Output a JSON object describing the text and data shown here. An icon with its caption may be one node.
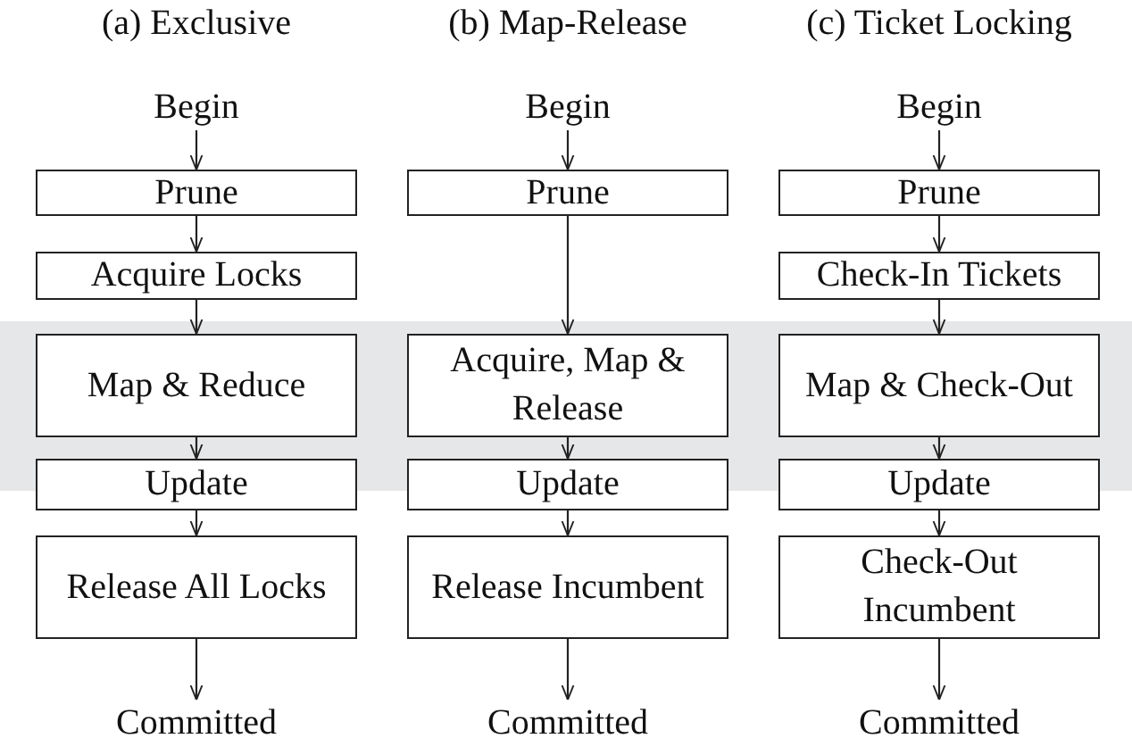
{
  "diagram": {
    "nodes": [
      {
        "text": [
          "Begin"
        ]
      },
      {
        "text": [
          "Prune"
        ]
      },
      {
        "text": [
          "Acquire Locks"
        ]
      },
      {
        "text": [
          "Map & Reduce"
        ]
      },
      {
        "text": [
          "Update"
        ]
      },
      {
        "text": [
          "Release All Locks"
        ]
      },
      {
        "text": [
          "Committed"
        ]
      },
      {
        "text": [
          "Begin"
        ]
      },
      {
        "text": [
          "Prune"
        ]
      },
      {
        "text": [
          "Acquire, Map & Release"
        ]
      },
      {
        "text": [
          "Update"
        ]
      },
      {
        "text": [
          "Release Incumbent"
        ]
      },
      {
        "text": [
          "Committed"
        ]
      },
      {
        "text": [
          "Begin"
        ]
      },
      {
        "text": [
          "Prune"
        ]
      },
      {
        "text": [
          "Check-In Tickets"
        ]
      },
      {
        "text": [
          "Map & Check-Out"
        ]
      },
      {
        "text": [
          "Update"
        ]
      },
      {
        "text": [
          "Check-Out Incumbent"
        ]
      },
      {
        "text": [
          "Committed"
        ]
      }
    ],
    "edges": [
      {
        "from": 0,
        "to": 1,
        "arrow": "to"
      },
      {
        "from": 1,
        "to": 2,
        "arrow": "to"
      },
      {
        "from": 2,
        "to": 3,
        "arrow": "to"
      },
      {
        "from": 3,
        "to": 4,
        "arrow": "to"
      },
      {
        "from": 4,
        "to": 5,
        "arrow": "to"
      },
      {
        "from": 5,
        "to": 6,
        "arrow": "to"
      },
      {
        "from": 7,
        "to": 8,
        "arrow": "to"
      },
      {
        "from": 8,
        "to": 9,
        "arrow": "to"
      },
      {
        "from": 9,
        "to": 10,
        "arrow": "to"
      },
      {
        "from": 10,
        "to": 11,
        "arrow": "to"
      },
      {
        "from": 11,
        "to": 12,
        "arrow": "to"
      },
      {
        "from": 13,
        "to": 14,
        "arrow": "to"
      },
      {
        "from": 14,
        "to": 15,
        "arrow": "to"
      },
      {
        "from": 15,
        "to": 16,
        "arrow": "to"
      },
      {
        "from": 16,
        "to": 17,
        "arrow": "to"
      },
      {
        "from": 17,
        "to": 18,
        "arrow": "to"
      },
      {
        "from": 18,
        "to": 19,
        "arrow": "to"
      }
    ],
    "labels": [
      "(a) Exclusive",
      "(b) Map-Release",
      "(c) Ticket Locking"
    ]
  }
}
